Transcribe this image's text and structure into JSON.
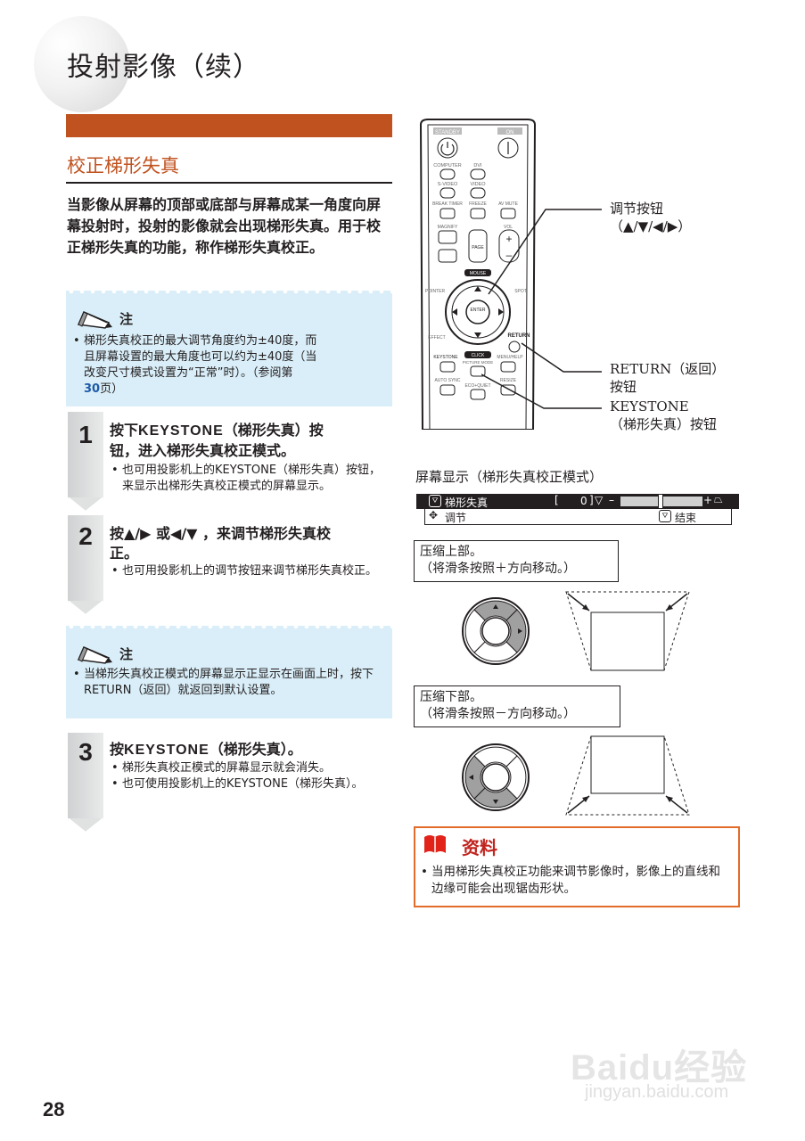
{
  "page_title": "投射影像（续）",
  "section_title": "校正梯形失真",
  "intro": "当影像从屏幕的顶部或底部与屏幕成某一角度向屏幕投射时，投射的影像就会出现梯形失真。用于校正梯形失真的功能，称作梯形失真校正。",
  "note1": {
    "heading": "注",
    "line1": "梯形失真校正的最大调节角度约为±40度，而",
    "line2": "且屏幕设置的最大角度也可以约为±40度（当",
    "line3": "改变尺寸模式设置为“正常”时）。（参阅第",
    "link": "30",
    "line4": "页）"
  },
  "step1": {
    "num": "1",
    "title_a": "按下",
    "title_key": "KEYSTONE",
    "title_b": "（梯形失真）按",
    "title_c": "钮，进入梯形失真校正模式。",
    "bullet": "也可用投影机上的KEYSTONE（梯形失真）按钮，来显示出梯形失真校正模式的屏幕显示。"
  },
  "step2": {
    "num": "2",
    "title_a": "按▲/▶ 或◀/▼ ，来调节梯形失真校",
    "title_b": "正。",
    "bullet": "也可用投影机上的调节按钮来调节梯形失真校正。"
  },
  "note2": {
    "heading": "注",
    "body": "当梯形失真校正模式的屏幕显示正显示在画面上时，按下RETURN（返回）就返回到默认设置。"
  },
  "step3": {
    "num": "3",
    "title_a": "按",
    "title_key": "KEYSTONE",
    "title_b": "（梯形失真）。",
    "bullet1": "梯形失真校正模式的屏幕显示就会消失。",
    "bullet2": "也可使用投影机上的KEYSTONE（梯形失真）。"
  },
  "remote": {
    "callout_adjust_1": "调节按钮",
    "callout_adjust_2": "（▲/▼/◀/▶）",
    "callout_return_1": "RETURN（返回）",
    "callout_return_2": "按钮",
    "callout_keystone_1": "KEYSTONE",
    "callout_keystone_2": "（梯形失真）按钮",
    "btn_standby": "STANDBY",
    "btn_on": "ON",
    "btn_computer": "COMPUTER",
    "btn_dvi": "DVI",
    "btn_svideo": "S-VIDEO",
    "btn_video": "VIDEO",
    "btn_break": "BREAK TIMER",
    "btn_freeze": "FREEZE",
    "btn_avmute": "AV MUTE",
    "btn_magnify": "MAGNIFY",
    "btn_vol": "VOL",
    "btn_page": "PAGE",
    "btn_mouse": "MOUSE",
    "btn_pointer": "POINTER",
    "btn_spot": "SPOT",
    "btn_enter": "ENTER",
    "btn_effect": "EFFECT",
    "btn_return": "RETURN",
    "btn_keystone": "KEYSTONE",
    "btn_click": "CLICK",
    "btn_menu": "MENU/HELP",
    "btn_picture": "PICTURE MODE",
    "btn_autosync": "AUTO SYNC",
    "btn_eco": "ECO+QUIET",
    "btn_resize": "RESIZE"
  },
  "osd": {
    "heading": "屏幕显示（梯形失真校正模式）",
    "label": "梯形失真",
    "value": "0",
    "minus": "–",
    "plus": "+",
    "adjust": "调节",
    "end": "结束"
  },
  "compress_top": {
    "line1": "压缩上部。",
    "line2": "（将滑条按照＋方向移动。）"
  },
  "compress_bottom": {
    "line1": "压缩下部。",
    "line2": "（将滑条按照－方向移动。）"
  },
  "info": {
    "heading": "资料",
    "body": "当用梯形失真校正功能来调节影像时，影像上的直线和边缘可能会出现锯齿形状。"
  },
  "page_number": "28",
  "watermark": {
    "brand": "Baidu经验",
    "url": "jingyan.baidu.com"
  }
}
